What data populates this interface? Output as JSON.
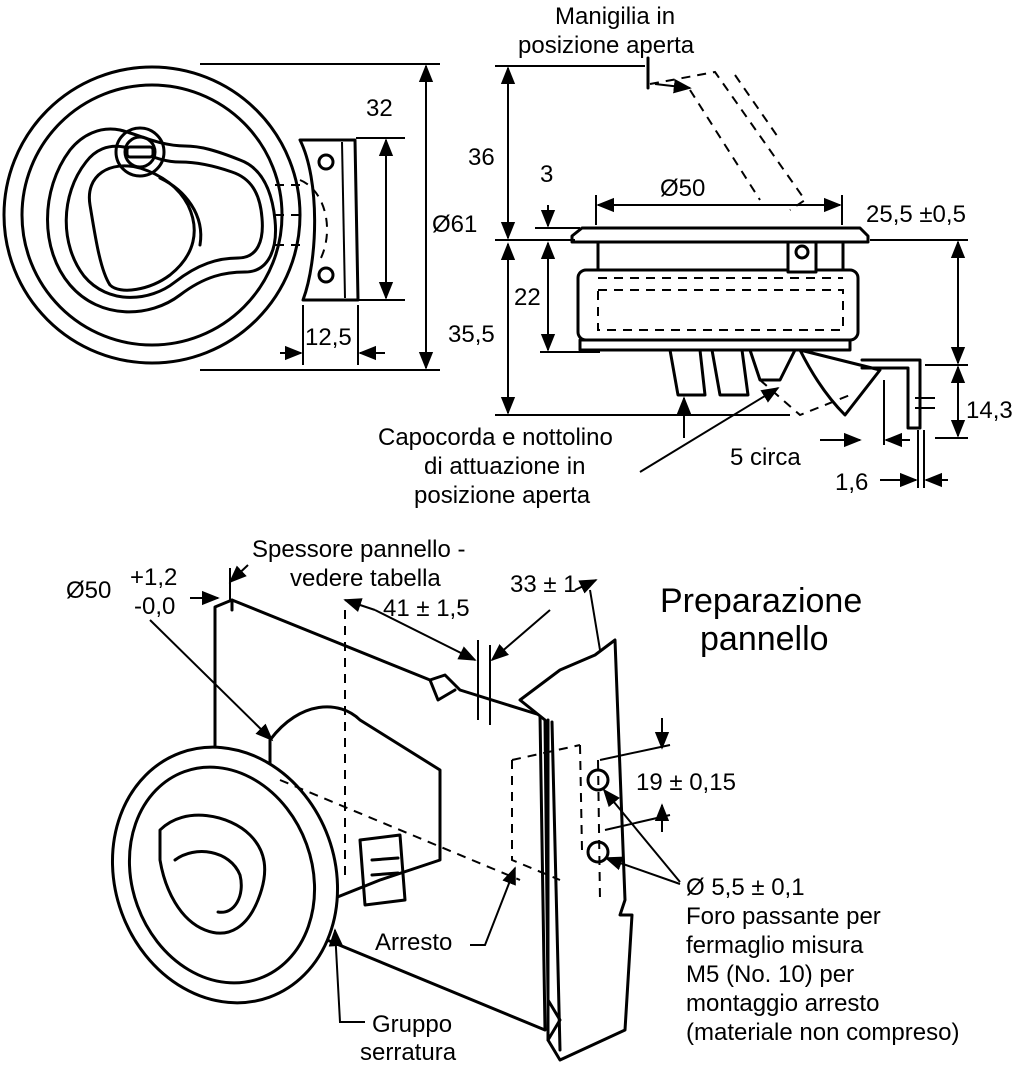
{
  "dimensions": {
    "d32": "32",
    "d12_5": "12,5",
    "d61": "Ø61",
    "d36": "36",
    "d3": "3",
    "d50": "Ø50",
    "d25_5": "25,5 ±0,5",
    "d22": "22",
    "d35_5": "35,5",
    "d14_3": "14,3",
    "d5circa": "5 circa",
    "d1_6": "1,6",
    "d50tol": "Ø50",
    "tol_plus": "+1,2",
    "tol_minus": "-0,0",
    "d41": "41 ± 1,5",
    "d33": "33 ± 1",
    "d19": "19 ± 0,15"
  },
  "labels": {
    "handle_line1": "Manigilia in",
    "handle_line2": "posizione aperta",
    "lug_line1": "Capocorda e nottolino",
    "lug_line2": "di attuazione in",
    "lug_line3": "posizione aperta",
    "panel_thick_line1": "Spessore pannello -",
    "panel_thick_line2": "vedere tabella",
    "title_line1": "Preparazione",
    "title_line2": "pannello",
    "hole_line1": "Ø 5,5 ± 0,1",
    "hole_line2": "Foro passante per",
    "hole_line3": "fermaglio misura",
    "hole_line4": "M5 (No. 10) per",
    "hole_line5": "montaggio arresto",
    "hole_line6": "(materiale non compreso)",
    "stop": "Arresto",
    "lock_line1": "Gruppo",
    "lock_line2": "serratura"
  }
}
